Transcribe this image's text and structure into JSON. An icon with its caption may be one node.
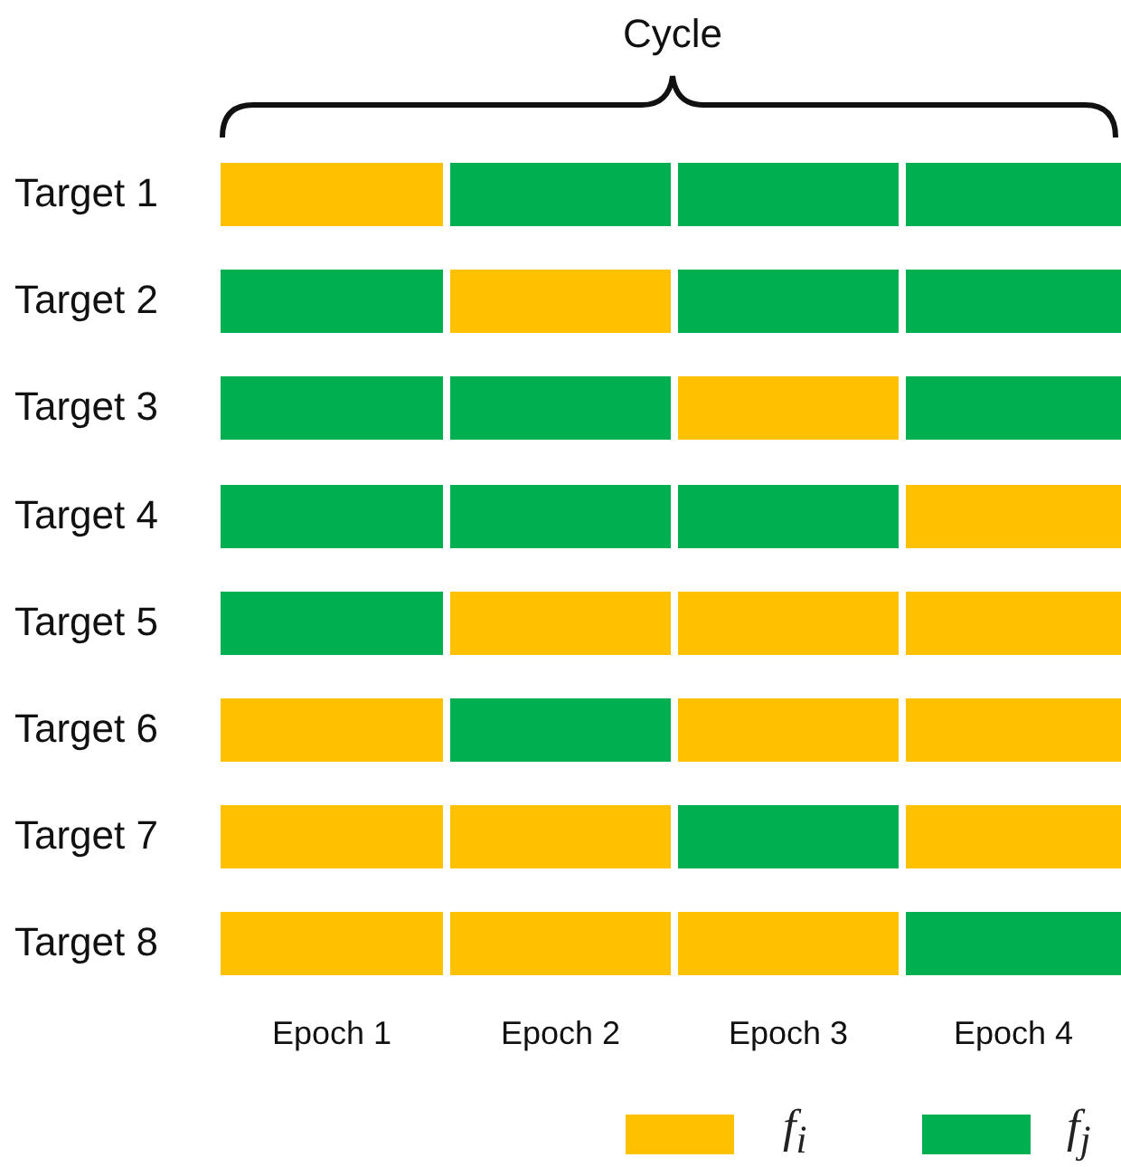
{
  "diagram": {
    "nodes": [
      {
        "text": [],
        "shape": "bar"
      },
      {
        "text": [],
        "shape": "bar"
      },
      {
        "text": [],
        "shape": "bar"
      },
      {
        "text": [],
        "shape": "bar"
      },
      {
        "text": [],
        "shape": "bar"
      },
      {
        "text": [],
        "shape": "bar"
      },
      {
        "text": [],
        "shape": "bar"
      },
      {
        "text": [],
        "shape": "bar"
      },
      {
        "text": [],
        "shape": "bar"
      },
      {
        "text": [],
        "shape": "bar"
      },
      {
        "text": [],
        "shape": "bar"
      },
      {
        "text": [],
        "shape": "bar"
      },
      {
        "text": [],
        "shape": "bar"
      },
      {
        "text": [],
        "shape": "bar"
      },
      {
        "text": [],
        "shape": "bar"
      },
      {
        "text": [],
        "shape": "bar"
      },
      {
        "text": [],
        "shape": "bar"
      },
      {
        "text": [],
        "shape": "bar"
      },
      {
        "text": [],
        "shape": "bar"
      },
      {
        "text": [],
        "shape": "bar"
      },
      {
        "text": [],
        "shape": "bar"
      },
      {
        "text": [],
        "shape": "bar"
      },
      {
        "text": [],
        "shape": "bar"
      },
      {
        "text": [],
        "shape": "bar"
      },
      {
        "text": [],
        "shape": "bar"
      },
      {
        "text": [],
        "shape": "bar"
      },
      {
        "text": [],
        "shape": "bar"
      },
      {
        "text": [],
        "shape": "bar"
      },
      {
        "text": [],
        "shape": "bar"
      },
      {
        "text": [],
        "shape": "bar"
      },
      {
        "text": [],
        "shape": "bar"
      },
      {
        "text": [],
        "shape": "bar"
      }
    ],
    "labels": [
      "Cycle",
      "Target 1",
      "Target 2",
      "Target 3",
      "Target 4",
      "Target 5",
      "Target 6",
      "Target 7",
      "Target 8",
      "Epoch 1",
      "Epoch 2",
      "Epoch 3",
      "Epoch 4"
    ],
    "legend": [
      {
        "text": "f$_{i}$",
        "color": "#ffc000"
      },
      {
        "text": "f$_{j}$",
        "color": "#00b050"
      }
    ]
  }
}
